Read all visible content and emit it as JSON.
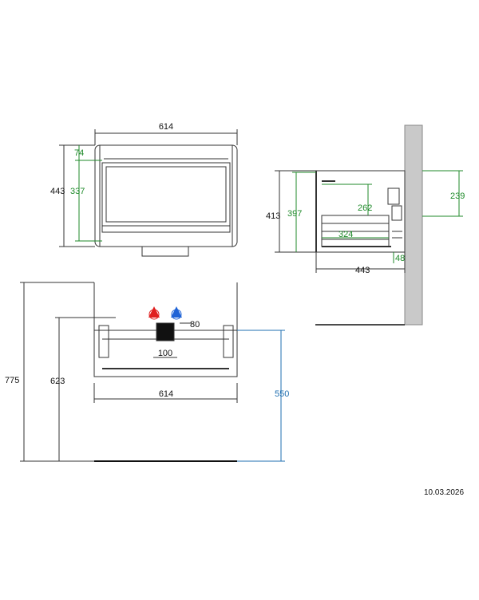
{
  "colors": {
    "black": "#111111",
    "green": "#1f8a2a",
    "blue": "#1f6fb0",
    "wall": "#c9c9c9",
    "hot": "#e02020",
    "cold": "#1f63d6"
  },
  "top_view": {
    "width": "614",
    "depth": "443",
    "front": "74",
    "drawer_depth": "337"
  },
  "side_view": {
    "height": "413",
    "inner_height": "397",
    "top_clear": "262",
    "drawer": "324",
    "wall_clear": "239",
    "base": "48",
    "depth": "443"
  },
  "front_view": {
    "total_height": "775",
    "cabinet_top": "623",
    "siphon_height": "550",
    "width": "614",
    "outlet": "100",
    "tap_offset": "80"
  },
  "date": "10.03.2026"
}
